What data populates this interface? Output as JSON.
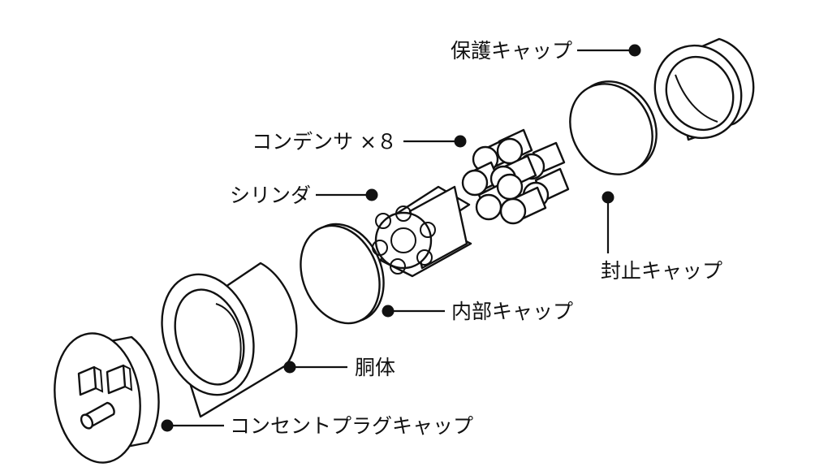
{
  "diagram": {
    "labels": {
      "protective_cap": "保護キャップ",
      "capacitor": "コンデンサ ×８",
      "cylinder": "シリンダ",
      "sealing_cap": "封止キャップ",
      "inner_cap": "内部キャップ",
      "body": "胴体",
      "plug_cap": "コンセントプラグキャップ"
    },
    "colors": {
      "stroke": "#111111",
      "fill": "#ffffff"
    }
  }
}
